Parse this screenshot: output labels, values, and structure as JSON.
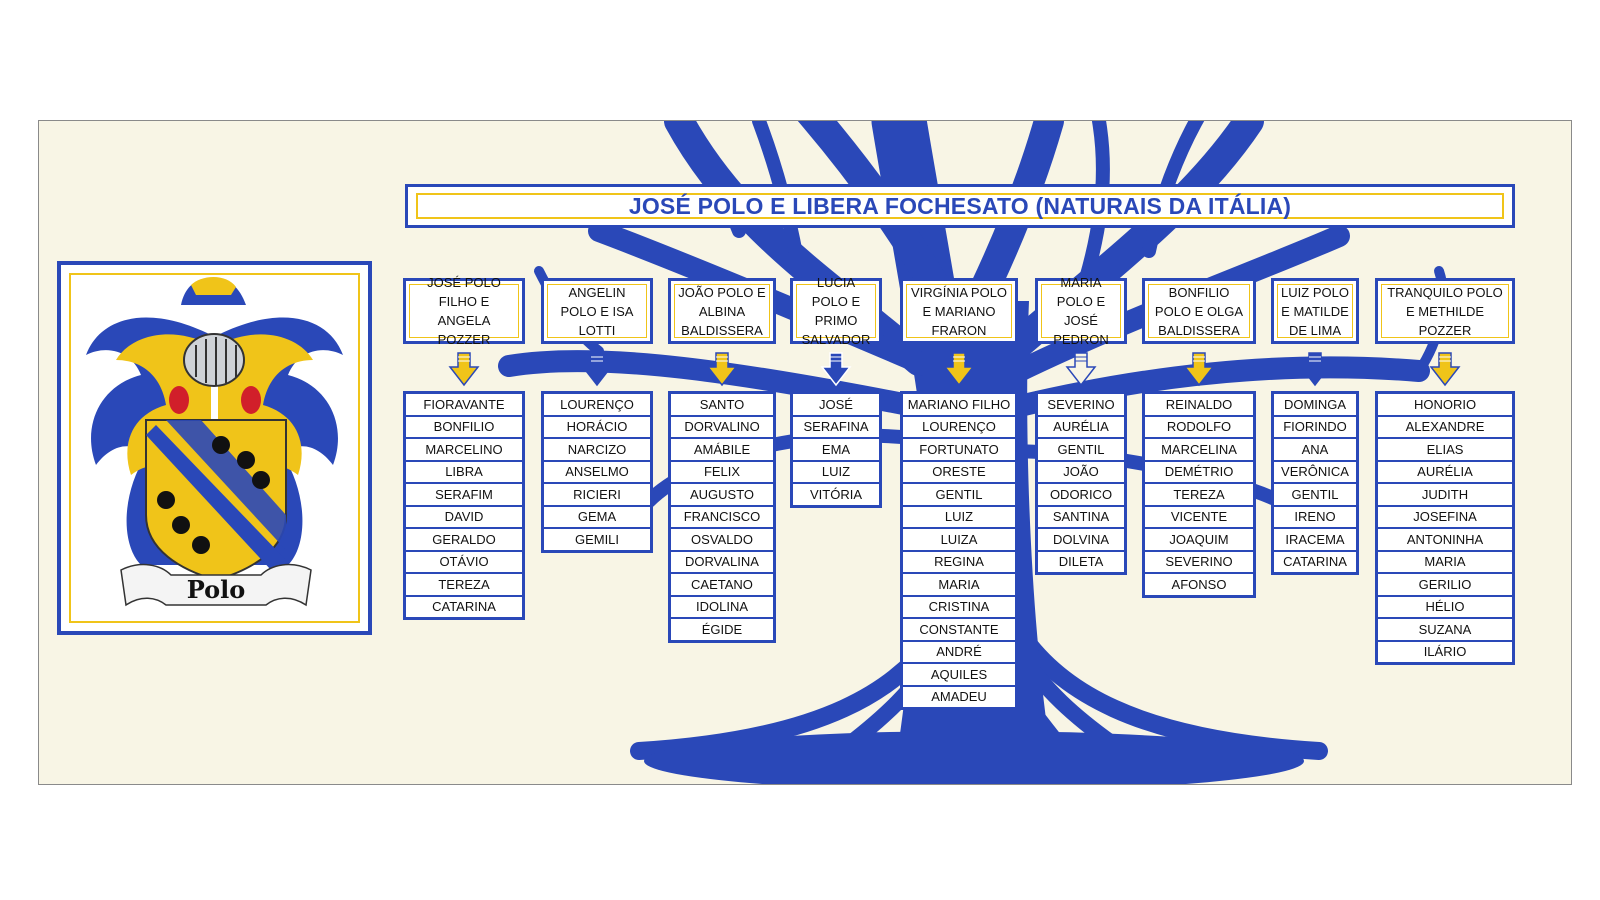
{
  "title": "JOSÉ POLO E LIBERA FOCHESATO (NATURAIS DA ITÁLIA)",
  "crest": {
    "surname": "Polo"
  },
  "colors": {
    "tree": "#2a48b8",
    "accent_yellow": "#f0c419",
    "background": "#f8f5e5"
  },
  "families": [
    {
      "couple": "JOSÉ POLO FILHO E ANGELA POZZER",
      "arrow": "yellow",
      "children": [
        "FIORAVANTE",
        "BONFILIO",
        "MARCELINO",
        "LIBRA",
        "SERAFIM",
        "DAVID",
        "GERALDO",
        "OTÁVIO",
        "TEREZA",
        "CATARINA"
      ]
    },
    {
      "couple": "ANGELIN POLO E ISA LOTTI",
      "arrow": "blue",
      "children": [
        "LOURENÇO",
        "HORÁCIO",
        "NARCIZO",
        "ANSELMO",
        "RICIERI",
        "GEMA",
        "GEMILI"
      ]
    },
    {
      "couple": "JOÃO POLO E ALBINA BALDISSERA",
      "arrow": "yellow",
      "children": [
        "SANTO",
        "DORVALINO",
        "AMÁBILE",
        "FELIX",
        "AUGUSTO",
        "FRANCISCO",
        "OSVALDO",
        "DORVALINA",
        "CAETANO",
        "IDOLINA",
        "ÉGIDE"
      ]
    },
    {
      "couple": "LUCIA POLO E PRIMO SALVADOR",
      "arrow": "blue-outline",
      "children": [
        "JOSÉ",
        "SERAFINA",
        "EMA",
        "LUIZ",
        "VITÓRIA"
      ]
    },
    {
      "couple": "VIRGÍNIA POLO E MARIANO FRARON",
      "arrow": "yellow",
      "children": [
        "MARIANO FILHO",
        "LOURENÇO",
        "FORTUNATO",
        "ORESTE",
        "GENTIL",
        "LUIZ",
        "LUIZA",
        "REGINA",
        "MARIA",
        "CRISTINA",
        "CONSTANTE",
        "ANDRÉ",
        "AQUILES",
        "AMADEU"
      ]
    },
    {
      "couple": "MARIA POLO E JOSÉ PEDRON",
      "arrow": "outline",
      "children": [
        "SEVERINO",
        "AURÉLIA",
        "GENTIL",
        "JOÃO",
        "ODORICO",
        "SANTINA",
        "DOLVINA",
        "DILETA"
      ]
    },
    {
      "couple": "BONFILIO POLO E OLGA BALDISSERA",
      "arrow": "yellow",
      "children": [
        "REINALDO",
        "RODOLFO",
        "MARCELINA",
        "DEMÉTRIO",
        "TEREZA",
        "VICENTE",
        "JOAQUIM",
        "SEVERINO",
        "AFONSO"
      ]
    },
    {
      "couple": "LUIZ POLO E MATILDE DE LIMA",
      "arrow": "blue",
      "children": [
        "DOMINGA",
        "FIORINDO",
        "ANA",
        "VERÔNICA",
        "GENTIL",
        "IRENO",
        "IRACEMA",
        "CATARINA"
      ]
    },
    {
      "couple": "TRANQUILO POLO E METHILDE POZZER",
      "arrow": "yellow",
      "children": [
        "HONORIO",
        "ALEXANDRE",
        "ELIAS",
        "AURÉLIA",
        "JUDITH",
        "JOSEFINA",
        "ANTONINHA",
        "MARIA",
        "GERILIO",
        "HÉLIO",
        "SUZANA",
        "ILÁRIO"
      ]
    }
  ]
}
